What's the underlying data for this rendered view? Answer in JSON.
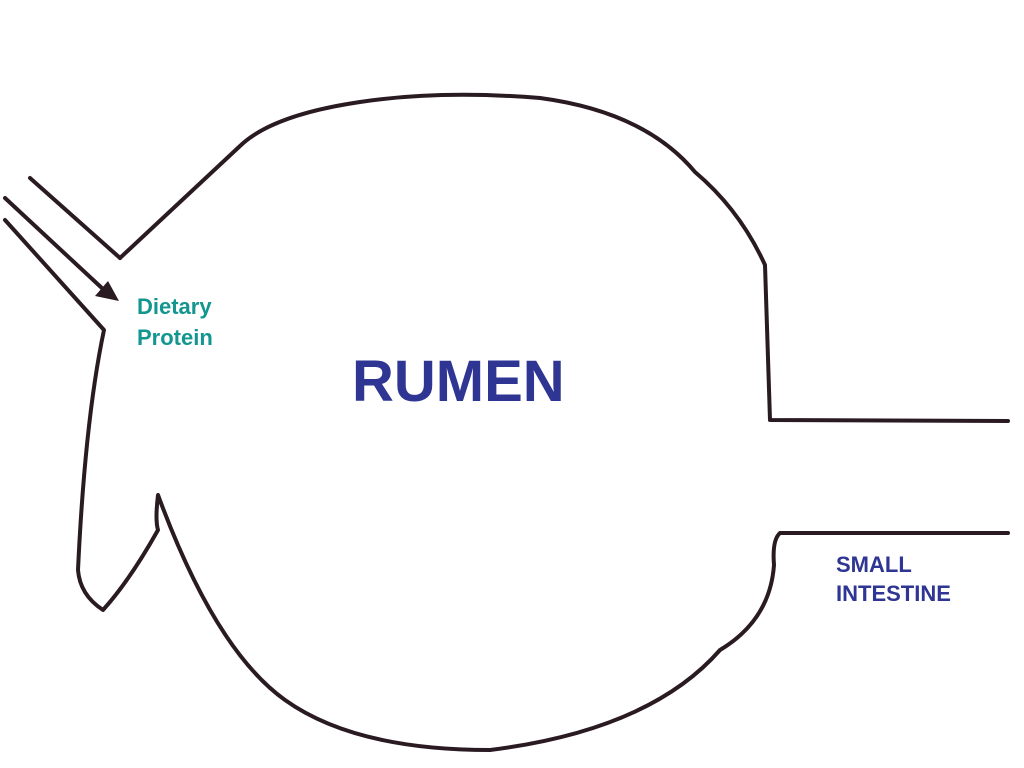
{
  "labels": {
    "rumen": "RUMEN",
    "dietary_protein": "Dietary\nProtein",
    "small_intestine": "SMALL\nINTESTINE"
  },
  "colors": {
    "outline": "#2a1a22",
    "rumen_text": "#2e3592",
    "dietary_text": "#12968f",
    "intestine_text": "#2e3592",
    "arrow": "#2a1a22"
  },
  "icons": {
    "arrow": "arrow-right-down-icon"
  }
}
